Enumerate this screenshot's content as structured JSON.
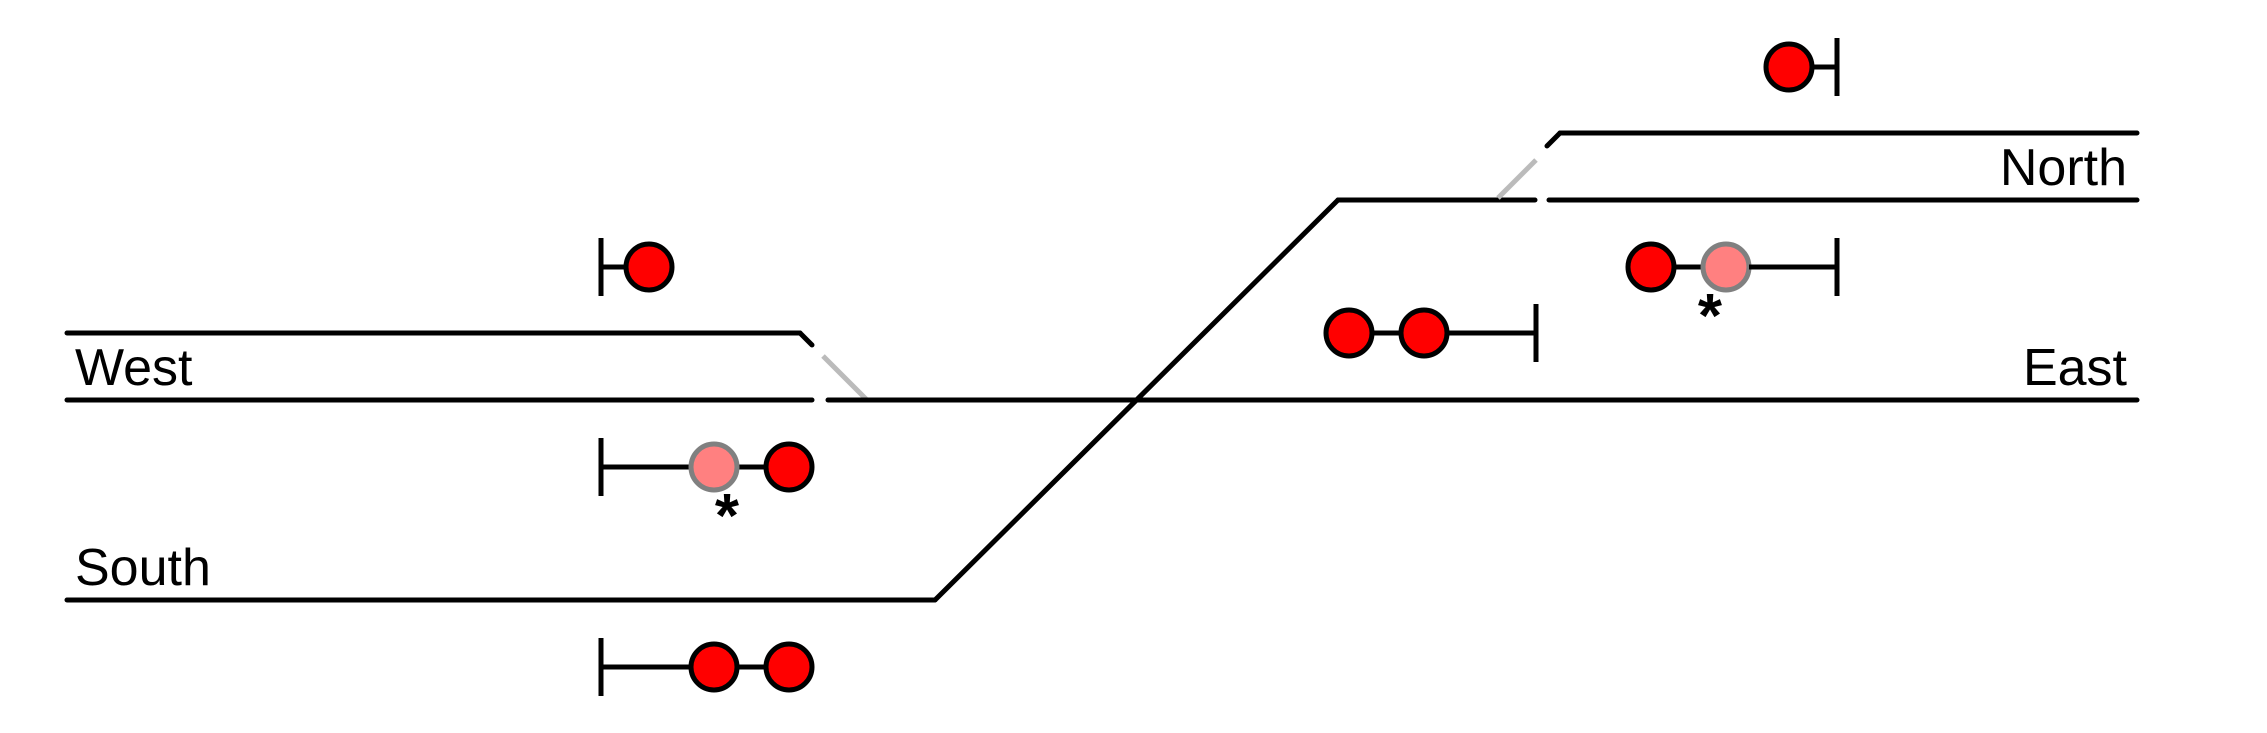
{
  "labels": {
    "west": "West",
    "east": "East",
    "north": "North",
    "south": "South"
  },
  "signal_marks": {
    "west_lower": "*",
    "east_upper": "*"
  },
  "colors": {
    "lamp_red": "#ff0000",
    "lamp_faded": "#ff8080",
    "lamp_outline": "#000000",
    "faded_outline": "#808080",
    "track": "#000000",
    "inactive_track": "#bbbbbb"
  }
}
